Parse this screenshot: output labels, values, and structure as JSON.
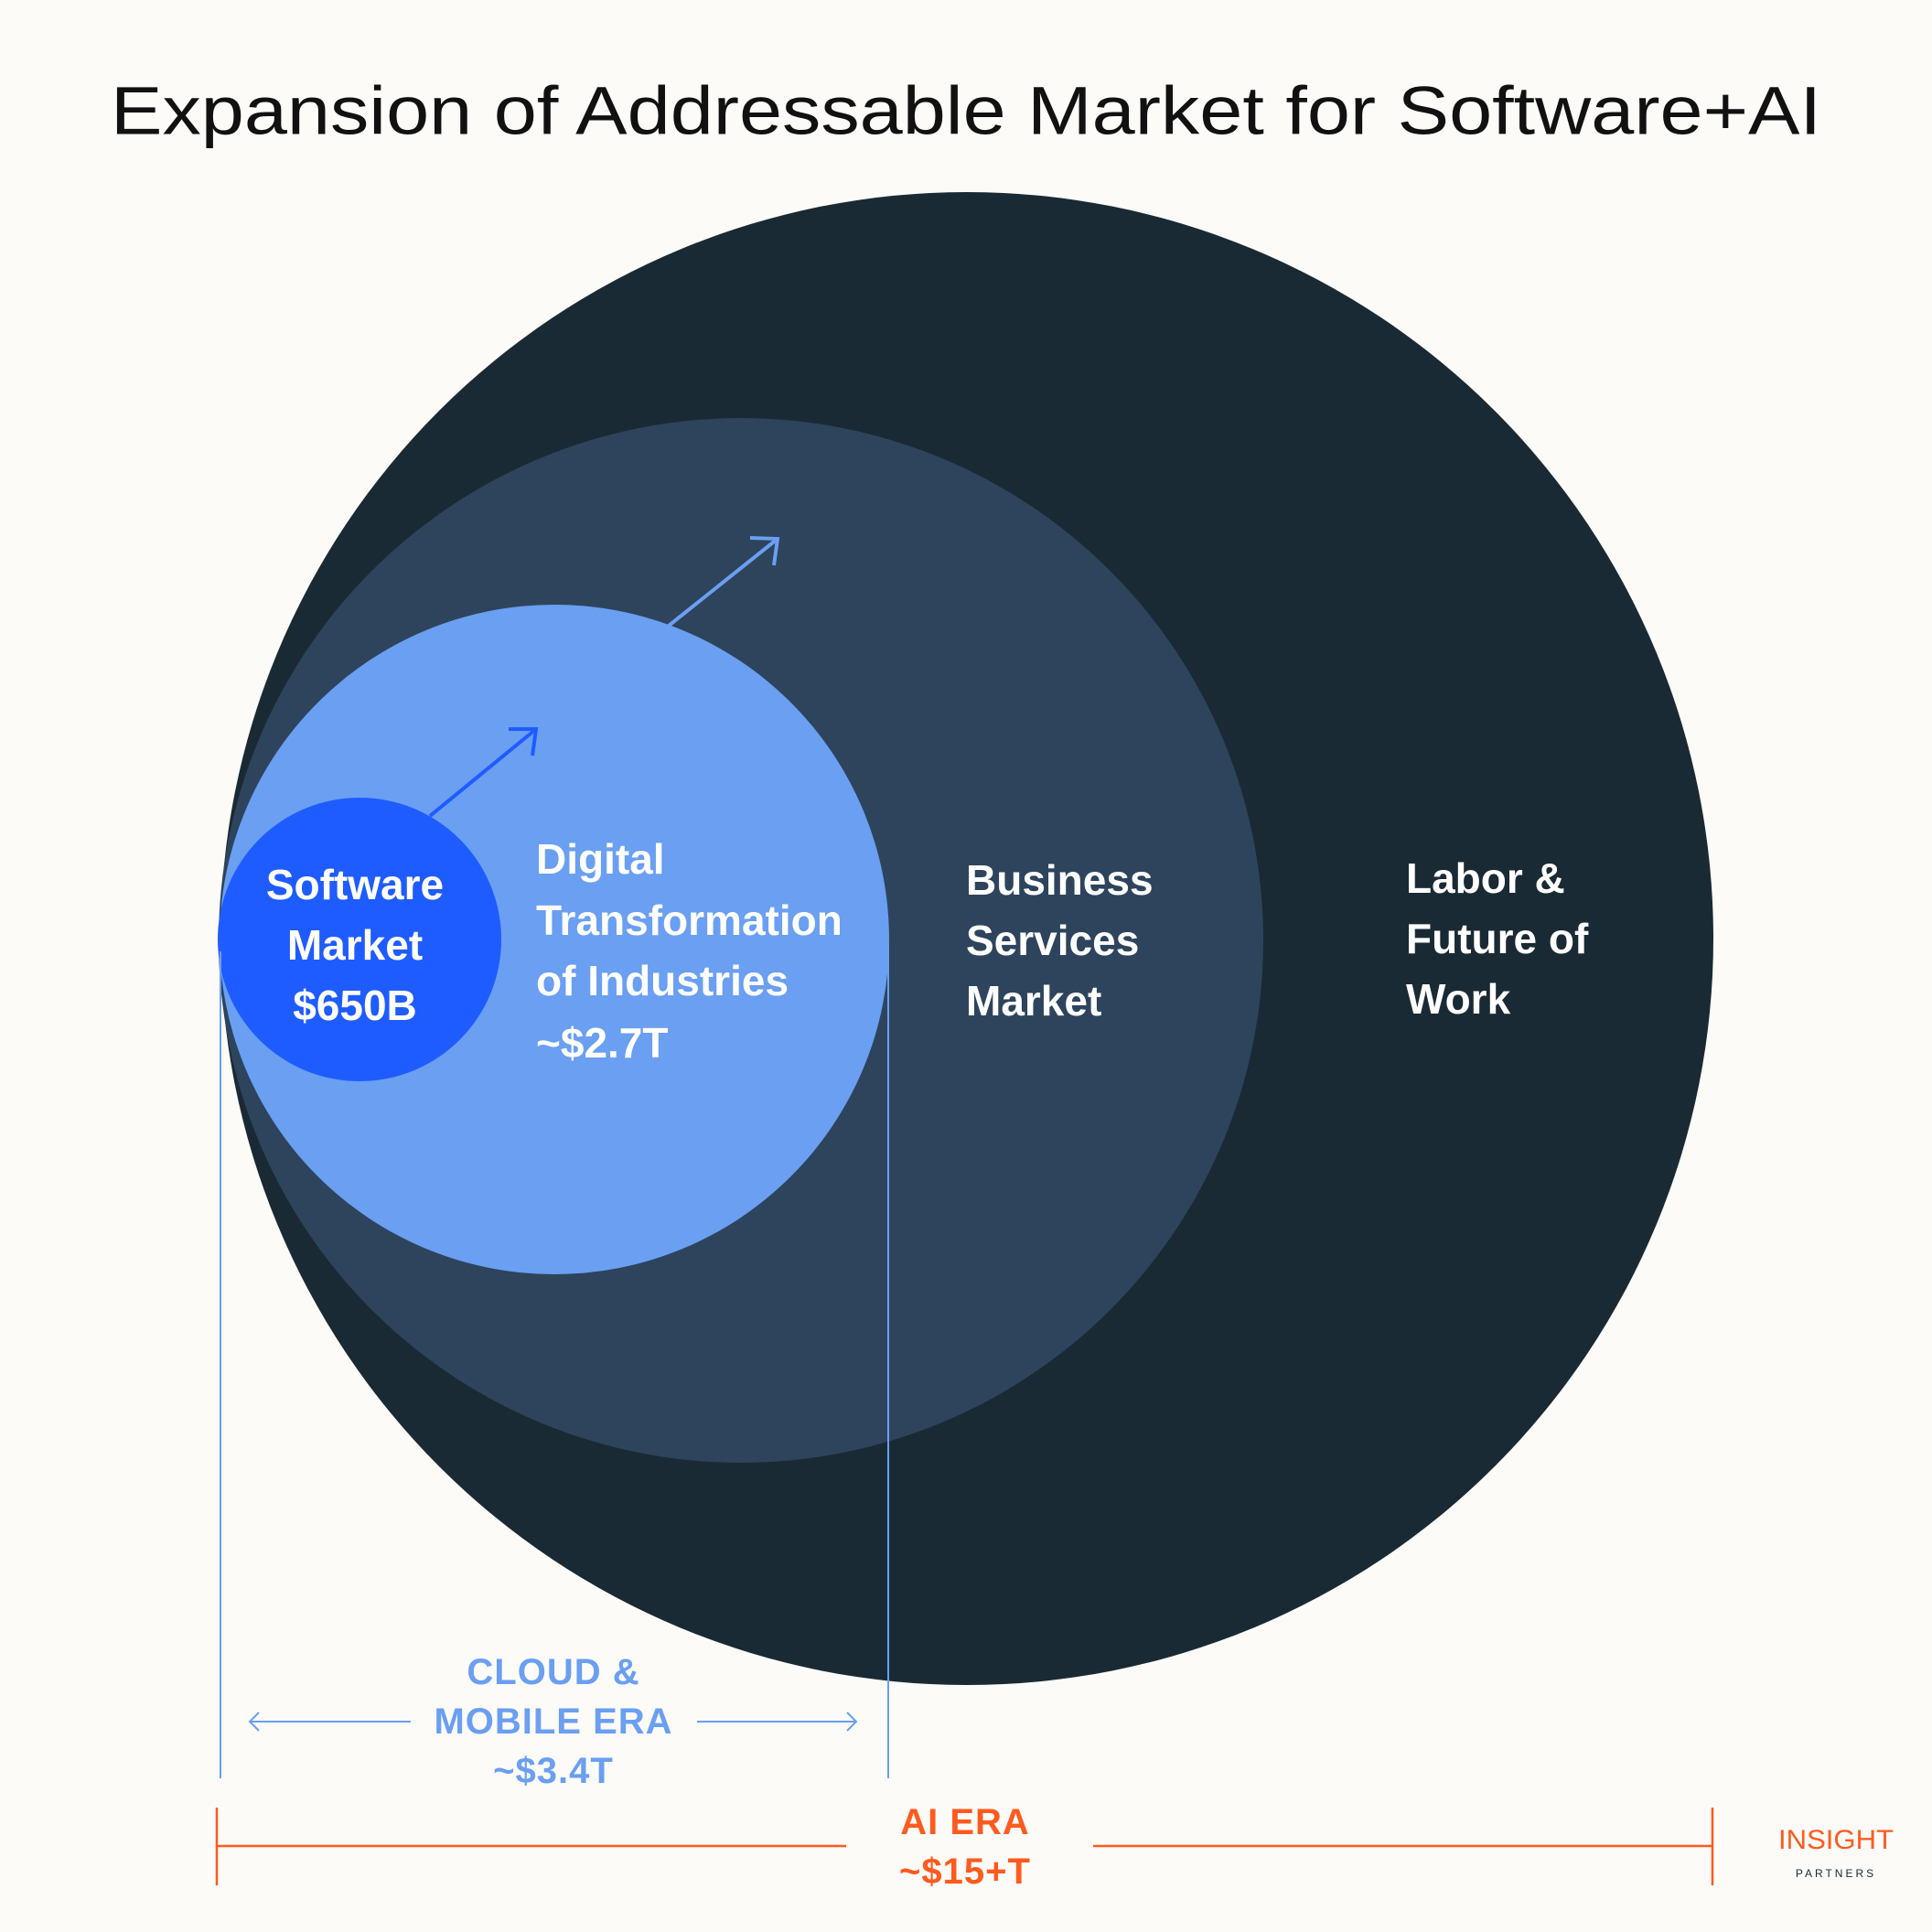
{
  "title": "Expansion of Addressable Market for Software+AI",
  "circles": {
    "software": {
      "lines": [
        "Software",
        "Market",
        "$650B"
      ],
      "color": "#1f5cff"
    },
    "digital": {
      "lines": [
        "Digital",
        "Transformation",
        "of Industries",
        "~$2.7T"
      ],
      "color": "#6a9ff2"
    },
    "business": {
      "lines": [
        "Business",
        "Services",
        "Market"
      ],
      "color": "#2d445c"
    },
    "labor": {
      "lines": [
        "Labor &",
        "Future of",
        "Work"
      ],
      "color": "#1a2a34"
    }
  },
  "cloud_era": {
    "lines": [
      "CLOUD &",
      "MOBILE ERA",
      "~$3.4T"
    ],
    "color": "#6a9ff2"
  },
  "ai_era": {
    "lines": [
      "AI ERA",
      "~$15+T"
    ],
    "color": "#ff5a1f"
  },
  "logo": {
    "name": "INSIGHT",
    "sub": "PARTNERS"
  }
}
